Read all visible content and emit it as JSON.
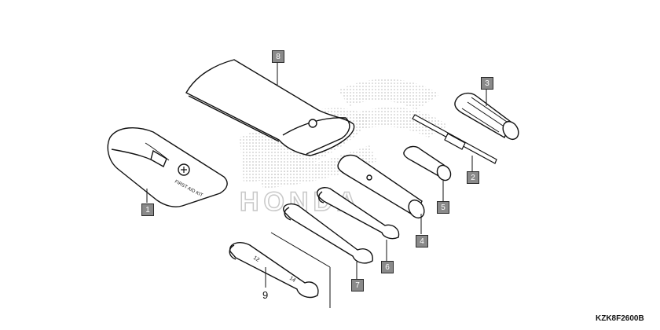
{
  "diagram": {
    "part_code": "KZK8F2600B",
    "watermark_text": "HONDA",
    "kit_label": "FIRST AID KIT",
    "callouts": [
      {
        "id": "1",
        "label": "1",
        "part": "first-aid-kit"
      },
      {
        "id": "2",
        "label": "2",
        "part": "screwdriver-bit"
      },
      {
        "id": "3",
        "label": "3",
        "part": "screwdriver-grip"
      },
      {
        "id": "4",
        "label": "4",
        "part": "spark-plug-wrench"
      },
      {
        "id": "5",
        "label": "5",
        "part": "socket-wrench"
      },
      {
        "id": "6",
        "label": "6",
        "part": "open-end-wrench-small"
      },
      {
        "id": "7",
        "label": "7",
        "part": "open-end-wrench-medium"
      },
      {
        "id": "8",
        "label": "8",
        "part": "tool-bag"
      },
      {
        "id": "9",
        "label": "9",
        "part": "open-end-wrench-large"
      }
    ],
    "wrench_markings": [
      "12",
      "14"
    ],
    "colors": {
      "callout_fill": "#8a8a8a",
      "line": "#111111",
      "watermark": "#bdbdbd"
    }
  }
}
